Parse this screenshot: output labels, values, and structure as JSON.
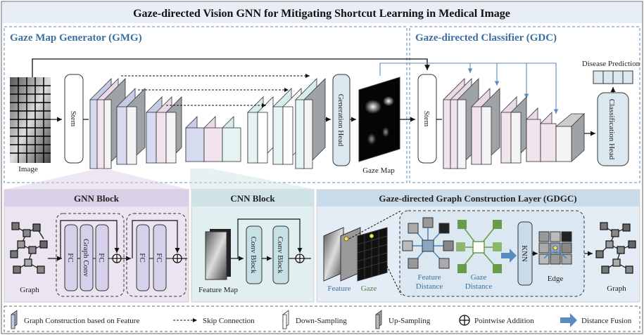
{
  "title": "Gaze-directed Vision GNN for Mitigating Shortcut Learning in Medical Image",
  "gmg": {
    "header": "Gaze Map Generator (GMG)",
    "image_label": "Image",
    "stem": "Stem",
    "generation_head": "Generation Head",
    "gaze_map_label": "Gaze Map"
  },
  "gdc": {
    "header": "Gaze-directed Classifier (GDC)",
    "stem": "Stem",
    "classification_head": "Classification Head",
    "disease_prediction": "Disease Prediction"
  },
  "gnn_block": {
    "header": "GNN Block",
    "graph_label": "Graph",
    "fc1": "FC",
    "graph_conv": "Graph Conv",
    "fc2": "FC",
    "fc3": "FC",
    "fc4": "FC"
  },
  "cnn_block": {
    "header": "CNN Block",
    "feature_map": "Feature Map",
    "conv1": "Conv Block",
    "conv2": "Conv Block"
  },
  "gdgc": {
    "header": "Gaze-directed Graph Construction Layer (GDGC)",
    "feature": "Feature",
    "gaze": "Gaze",
    "feature_distance": "Feature Distance",
    "gaze_distance": "Gaze Distance",
    "knn": "KNN",
    "edge": "Edge",
    "graph": "Graph"
  },
  "legend": {
    "graph_construction": "Graph Construction based on Feature",
    "skip_connection": "Skip Connection",
    "down_sampling": "Down-Sampling",
    "up_sampling": "Up-Sampling",
    "pointwise_addition": "Pointwise Addition",
    "distance_fusion": "Distance Fusion"
  },
  "colors": {
    "blue_accent": "#3c6fa0",
    "gnn_bg": "#e9e2f0",
    "cnn_bg": "#deedf0",
    "gdgc_bg": "#c9dbe9",
    "block_blue": "#c6cbe6",
    "block_pink": "#ead9e6",
    "block_gray": "#9ea3a8"
  }
}
